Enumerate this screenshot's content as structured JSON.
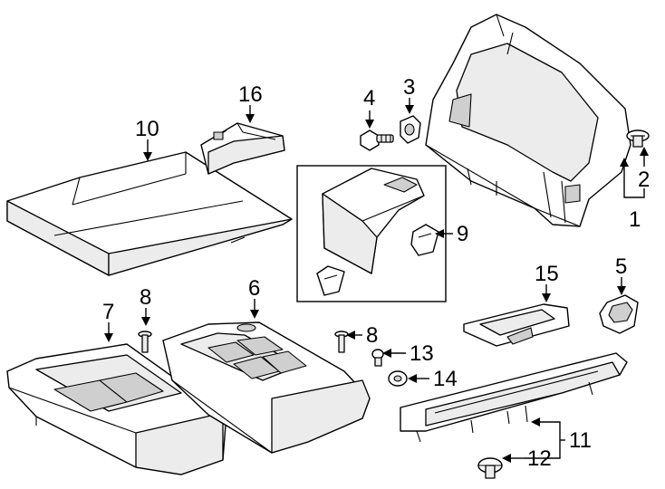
{
  "callouts": [
    {
      "id": "1",
      "text": "1"
    },
    {
      "id": "2",
      "text": "2"
    },
    {
      "id": "3",
      "text": "3"
    },
    {
      "id": "4",
      "text": "4"
    },
    {
      "id": "5",
      "text": "5"
    },
    {
      "id": "6",
      "text": "6"
    },
    {
      "id": "7",
      "text": "7"
    },
    {
      "id": "8a",
      "text": "8"
    },
    {
      "id": "8b",
      "text": "8"
    },
    {
      "id": "9",
      "text": "9"
    },
    {
      "id": "10",
      "text": "10"
    },
    {
      "id": "11",
      "text": "11"
    },
    {
      "id": "12",
      "text": "12"
    },
    {
      "id": "13",
      "text": "13"
    },
    {
      "id": "14",
      "text": "14"
    },
    {
      "id": "15",
      "text": "15"
    },
    {
      "id": "16",
      "text": "16"
    }
  ]
}
